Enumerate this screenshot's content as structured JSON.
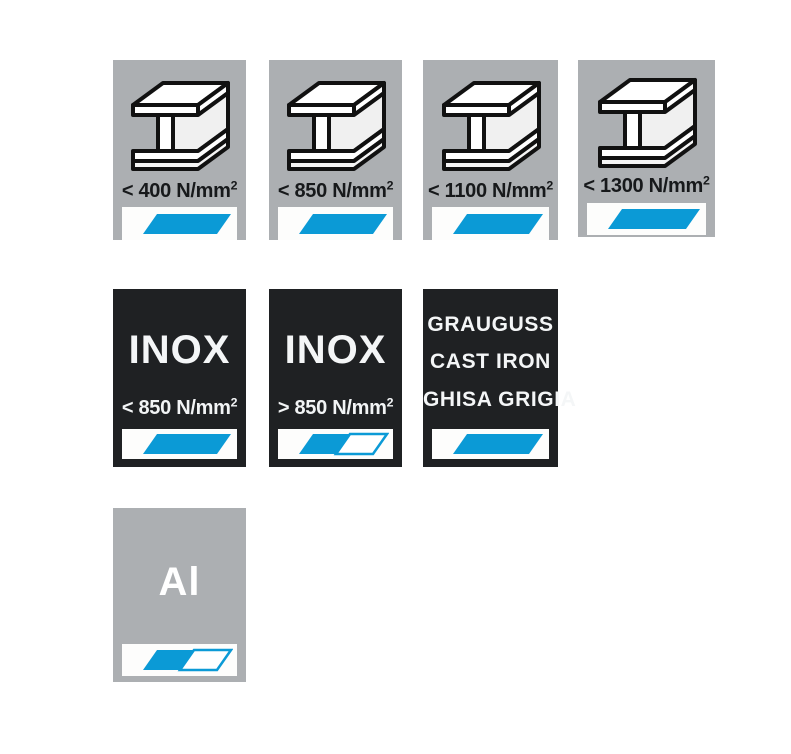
{
  "page": {
    "title": "Material capability tiles",
    "background_color": "#ffffff"
  },
  "colors": {
    "accent_blue": "#0b9ad6",
    "light_tile_bg": "#acafb2",
    "dark_tile_bg": "#1f2123",
    "strip_bg": "#fdfdfc",
    "dark_text": "#17191b",
    "light_text": "#f4f6f7",
    "beam_fill": "#ffffff",
    "beam_outline": "#111111"
  },
  "rows": [
    {
      "name": "steel-row",
      "tiles": [
        {
          "id": "steel-400",
          "icon": "i-beam-icon",
          "style": "light",
          "label_prefix": "< 400 N/mm",
          "label_sup": "2",
          "fill": "full"
        },
        {
          "id": "steel-850",
          "icon": "i-beam-icon",
          "style": "light",
          "label_prefix": "< 850 N/mm",
          "label_sup": "2",
          "fill": "full"
        },
        {
          "id": "steel-1100",
          "icon": "i-beam-icon",
          "style": "light",
          "label_prefix": "< 1100 N/mm",
          "label_sup": "2",
          "fill": "full"
        },
        {
          "id": "steel-1300",
          "icon": "i-beam-icon",
          "style": "light",
          "label_prefix": "< 1300 N/mm",
          "label_sup": "2",
          "fill": "full"
        }
      ]
    },
    {
      "name": "stainless-cast-row",
      "tiles": [
        {
          "id": "inox-lt850",
          "style": "dark",
          "word": "INOX",
          "label_prefix": "< 850 N/mm",
          "label_sup": "2",
          "fill": "full"
        },
        {
          "id": "inox-gt850",
          "style": "dark",
          "word": "INOX",
          "label_prefix": "> 850 N/mm",
          "label_sup": "2",
          "fill": "half"
        },
        {
          "id": "cast-iron",
          "style": "dark",
          "lines": [
            "GRAUGUSS",
            "CAST IRON",
            "GHISA GRIGIA"
          ],
          "fill": "full"
        }
      ]
    },
    {
      "name": "aluminium-row",
      "tiles": [
        {
          "id": "aluminium",
          "style": "light",
          "word": "Al",
          "fill": "half"
        }
      ]
    }
  ]
}
